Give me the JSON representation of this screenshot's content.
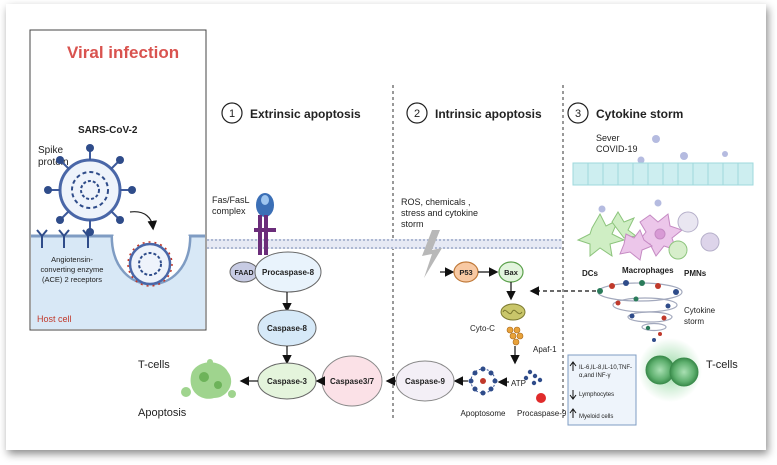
{
  "panel_viral": {
    "title": "Viral infection",
    "virus": "SARS-CoV-2",
    "spike_line1": "Spike",
    "spike_line2": "protein",
    "ace2_line1": "Angiotensin-",
    "ace2_line2": "converting enzyme",
    "ace2_line3": "(ACE) 2 receptors",
    "host": "Host cell"
  },
  "section_extrinsic": {
    "number": "1",
    "title": "Extrinsic apoptosis"
  },
  "section_intrinsic": {
    "number": "2",
    "title": "Intrinsic apoptosis"
  },
  "section_cytokine": {
    "number": "3",
    "title": "Cytokine storm"
  },
  "extrinsic": {
    "fas_line1": "Fas/FasL",
    "fas_line2": "complex",
    "faad": "FAAD",
    "procaspase8": "Procaspase-8",
    "caspase8": "Caspase-8",
    "caspase3": "Caspase-3",
    "caspase37": "Caspase3/7",
    "tcells": "T-cells",
    "apoptosis": "Apoptosis"
  },
  "intrinsic": {
    "ros_line1": "ROS, chemicals ,",
    "ros_line2": "stress and cytokine",
    "ros_line3": "storm",
    "p53": "P53",
    "bax": "Bax",
    "cytoc": "Cyto-C",
    "apaf": "Apaf-1",
    "atp": "ATP",
    "caspase9": "Caspase-9",
    "apoptosome": "Apoptosome",
    "procaspase9": "Procaspase-9"
  },
  "cytokine": {
    "sever_line1": "Sever",
    "sever_line2": "COVID-19",
    "dcs": "DCs",
    "macrophages": "Macrophages",
    "pmns": "PMNs",
    "storm_line1": "Cytokine",
    "storm_line2": "storm",
    "tcells": "T-cells",
    "legend_line1": "IL-6,IL-8,IL-10,TNF-",
    "legend_line2": "α,and INF-γ",
    "legend_lymph": "Lymphocytes",
    "legend_myeloid": "Myeloid cells"
  },
  "colors": {
    "title_red": "#d9534f",
    "caspase_blue": "#d6e9f8",
    "caspase_green": "#e4f4dc",
    "caspase_pink": "#fbe1e7",
    "membrane": "#9aa7c7",
    "receptor": "#6b2d7a"
  }
}
